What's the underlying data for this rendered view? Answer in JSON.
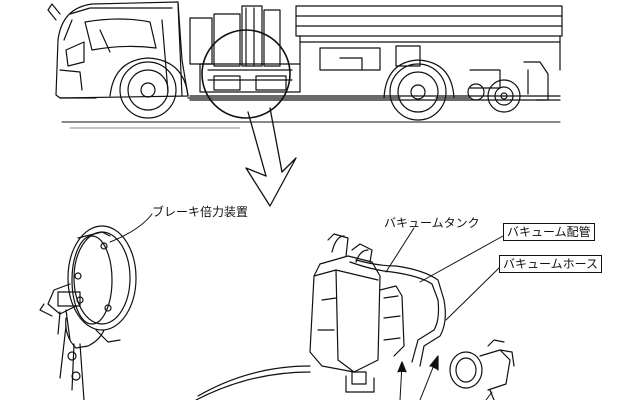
{
  "labels": {
    "brake_booster": "ブレーキ倍力装置",
    "vacuum_tank": "バキュームタンク",
    "vacuum_pipe": "バキューム配管",
    "vacuum_hose": "バキュームホース"
  },
  "colors": {
    "line": "#111111",
    "background": "#ffffff"
  }
}
